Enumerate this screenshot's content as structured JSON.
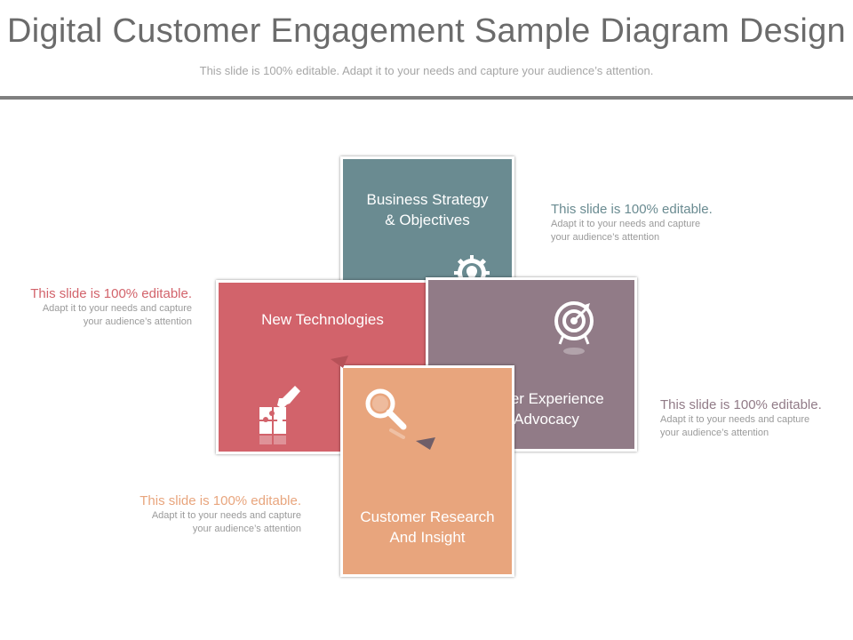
{
  "header": {
    "title": "Digital Customer Engagement Sample Diagram Design",
    "subtitle": "This slide is 100% editable. Adapt it to your needs and capture your audience’s attention."
  },
  "colors": {
    "teal": "#6a8b91",
    "red": "#d2636b",
    "mauve": "#917b87",
    "peach": "#e8a57d",
    "rule": "#7f7f7f"
  },
  "cards": [
    {
      "id": "business",
      "label": "Business Strategy\n& Objectives",
      "icon": "lightbulb-gear-icon"
    },
    {
      "id": "technologies",
      "label": "New Technologies",
      "icon": "hand-puzzle-icon"
    },
    {
      "id": "experience",
      "label": "Customer Experience\nAnd Advocacy",
      "icon": "target-icon"
    },
    {
      "id": "research",
      "label": "Customer Research\nAnd Insight",
      "icon": "magnifier-icon"
    }
  ],
  "notes": [
    {
      "heading": "This slide is 100% editable.",
      "body": "Adapt it to your needs and capture\nyour audience’s attention",
      "color": "#6a8b91"
    },
    {
      "heading": "This slide is 100% editable.",
      "body": "Adapt it to your needs and capture\nyour audience’s attention",
      "color": "#d2636b"
    },
    {
      "heading": "This slide is 100% editable.",
      "body": "Adapt it to your needs and capture\nyour audience’s attention",
      "color": "#917b87"
    },
    {
      "heading": "This slide is 100% editable.",
      "body": "Adapt it to your needs and capture\nyour audience’s attention",
      "color": "#e8a57d"
    }
  ]
}
